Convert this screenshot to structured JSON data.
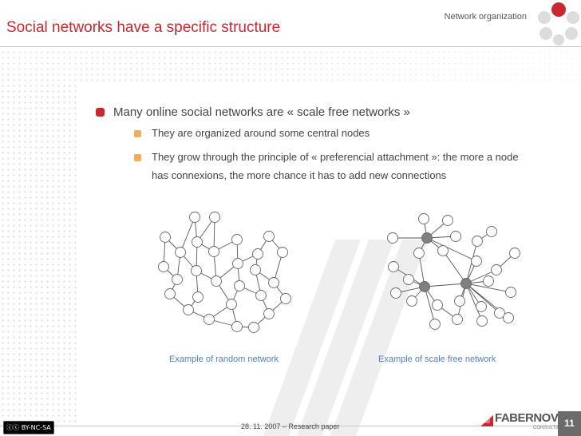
{
  "header": {
    "title": "Social networks have a specific structure",
    "section": "Network organization"
  },
  "content": {
    "main_bullet": "Many online social networks are « scale free networks »",
    "sub_bullets": [
      "They are organized around some central nodes",
      "They grow through the principle of « preferencial attachment »: the more a node",
      "has connexions, the more chance it has to add new connections"
    ]
  },
  "figures": {
    "random_caption": "Example of random network",
    "scale_free_caption": "Example of scale free network"
  },
  "footer": {
    "license": "BY-NC-SA",
    "date": "28. 11. 2007 – Research paper",
    "brand": "FABERNOVEL",
    "brand_sub": "CONSULTING",
    "page": "11"
  },
  "colors": {
    "accent": "#c8282e",
    "bullet_sub": "#f0ad5a",
    "caption": "#4f7fbf",
    "hub_node": "#808080"
  }
}
